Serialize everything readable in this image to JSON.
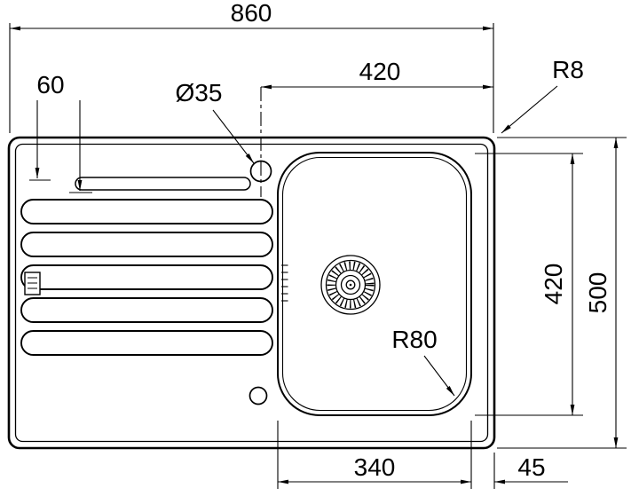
{
  "colors": {
    "line": "#000000",
    "background": "#ffffff"
  },
  "dimensions": {
    "overall_width": "860",
    "tap_to_right_edge": "420",
    "corner_radius": "R8",
    "tap_offset": "60",
    "tap_hole_diameter": "Ø35",
    "bowl_length": "420",
    "overall_depth": "500",
    "bowl_corner_radius": "R80",
    "bowl_width": "340",
    "bowl_to_edge": "45"
  }
}
